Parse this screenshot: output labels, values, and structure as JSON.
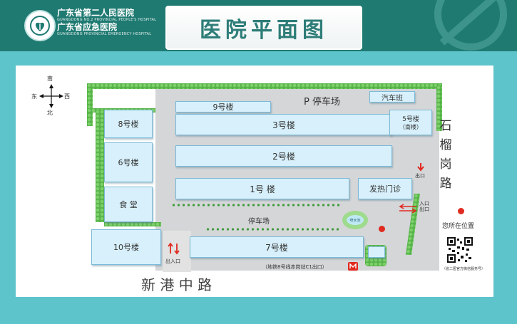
{
  "header": {
    "logo_cn_1": "广东省第二人民医院",
    "logo_en_1": "GUANGDONG NO.2 PROVINCIAL PEOPLE'S HOSPITAL",
    "logo_cn_2": "广东省应急医院",
    "logo_en_2": "GUANGDONG PROVINCIAL EMERGENCY HOSPITAL",
    "title": "医院平面图"
  },
  "compass": {
    "north": "北",
    "south": "南",
    "east": "东",
    "west": "西"
  },
  "buildings": {
    "b9": "9号楼",
    "b3": "3号楼",
    "b2": "2号楼",
    "b1": "1号 楼",
    "b5_line1": "5号楼",
    "b5_line2": "（南楼）",
    "b8": "8号楼",
    "b6": "6号楼",
    "canteen": "食 堂",
    "b10": "10号楼",
    "b7": "7号楼",
    "fever_clinic": "发热门诊",
    "bus_station": "汽车班"
  },
  "map_labels": {
    "parking_p": "P  停车场",
    "parking": "停车场",
    "fountain": "喷水池",
    "road_east": [
      "石",
      "榴",
      "岗",
      "路"
    ],
    "road_south": "新  港  中  路",
    "exit": "出口",
    "entrance": "入口",
    "entrance_exit": "出入口",
    "metro_note": "（地铁8号线赤岗站C1出口）",
    "you_are_here": "您所在位置",
    "qr_caption": "（省二医官方微信服务号）"
  },
  "colors": {
    "header_green": "#1f7a72",
    "frame_cyan": "#5ec4cc",
    "building_fill": "#d7f0fb",
    "hedge_green": "#56b448",
    "you_are_here_red": "#e02a20"
  }
}
